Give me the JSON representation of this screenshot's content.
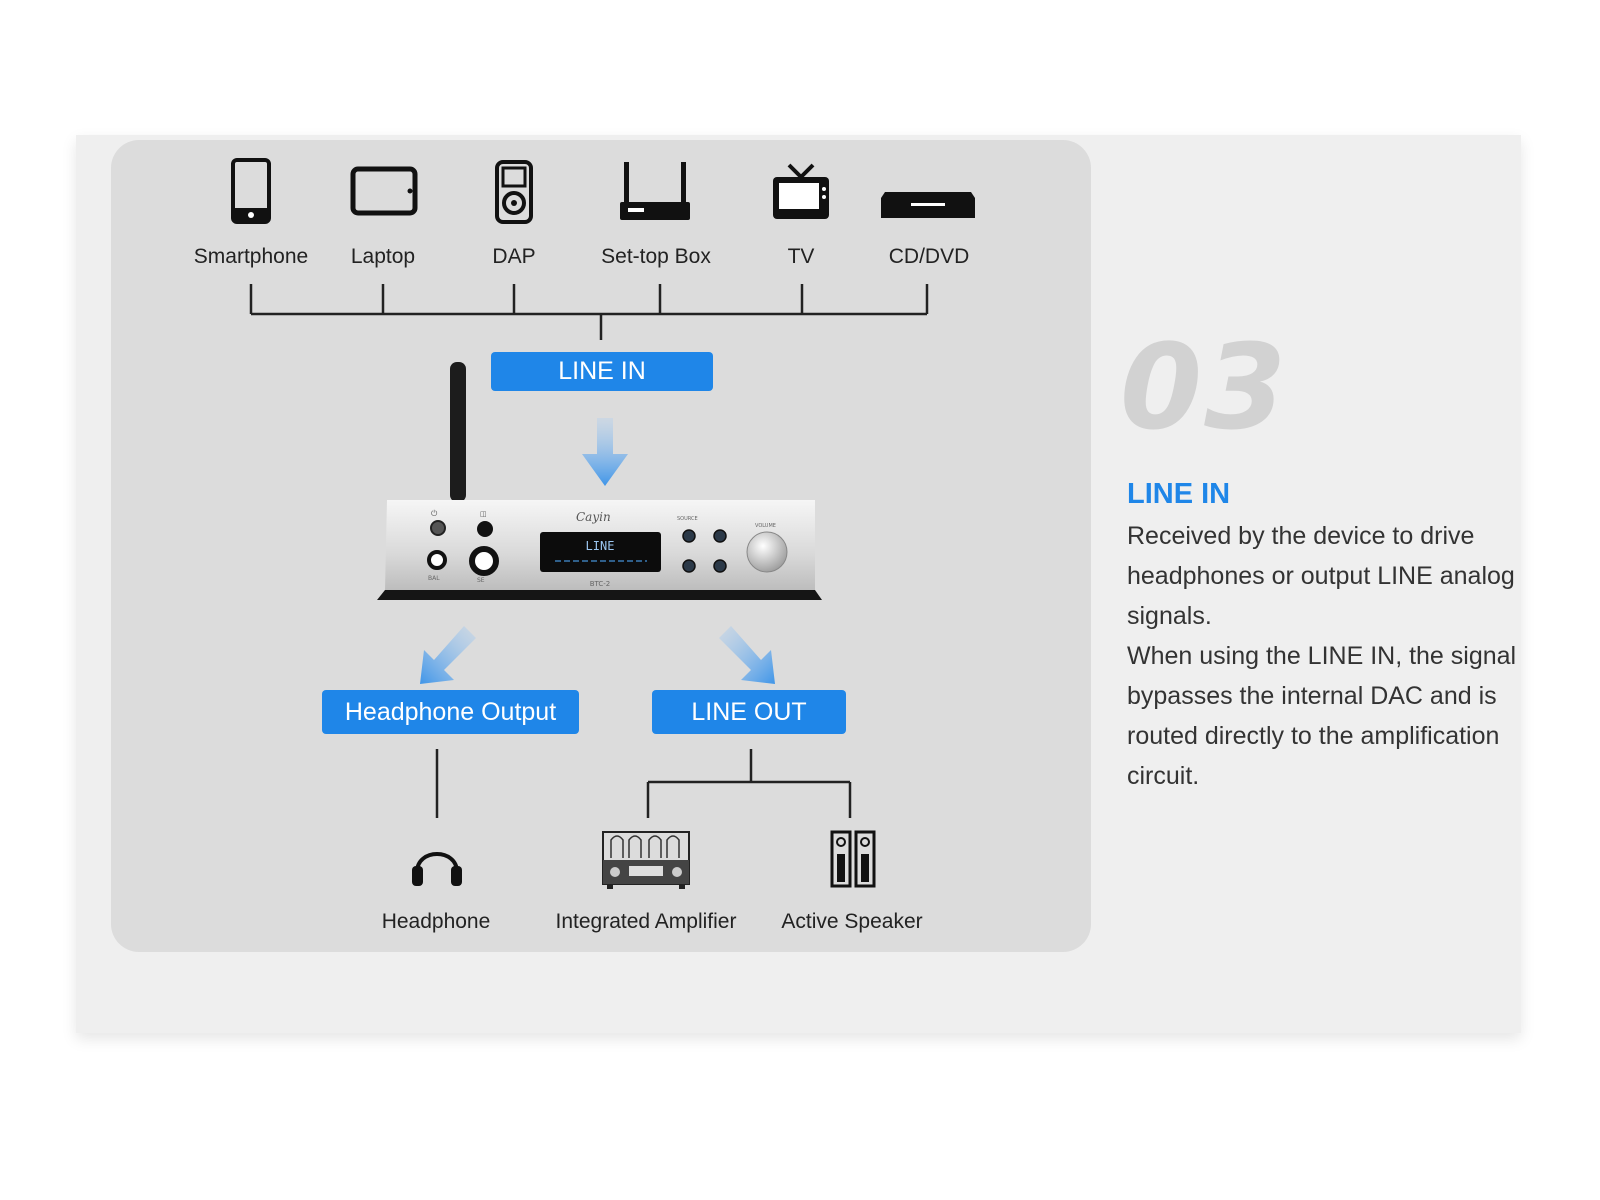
{
  "sources": [
    {
      "label": "Smartphone",
      "icon": "smartphone-icon"
    },
    {
      "label": "Laptop",
      "icon": "tablet-icon"
    },
    {
      "label": "DAP",
      "icon": "music-player-icon"
    },
    {
      "label": "Set-top Box",
      "icon": "router-icon"
    },
    {
      "label": "TV",
      "icon": "tv-icon"
    },
    {
      "label": "CD/DVD",
      "icon": "disc-player-icon"
    }
  ],
  "labels": {
    "line_in": "LINE IN",
    "headphone_output": "Headphone Output",
    "line_out": "LINE OUT"
  },
  "device": {
    "display_text": "LINE",
    "model": "BTC-2",
    "brand": "Cayin",
    "knob_labels": {
      "source": "SOURCE",
      "volume": "VOLUME",
      "bal": "BAL",
      "se": "SE"
    }
  },
  "outputs": [
    {
      "label": "Headphone",
      "icon": "headphone-icon"
    },
    {
      "label": "Integrated Amplifier",
      "icon": "amplifier-icon"
    },
    {
      "label": "Active Speaker",
      "icon": "speaker-icon"
    }
  ],
  "side": {
    "step_number": "03",
    "title": "LINE IN",
    "paragraphs": [
      "Received by the device to drive headphones or output LINE analog signals.",
      "When using the LINE IN, the signal bypasses the internal DAC and is routed directly to the amplification circuit."
    ]
  },
  "colors": {
    "accent": "#1f86e8",
    "panel": "#dcdcdc",
    "card": "#efefef"
  }
}
